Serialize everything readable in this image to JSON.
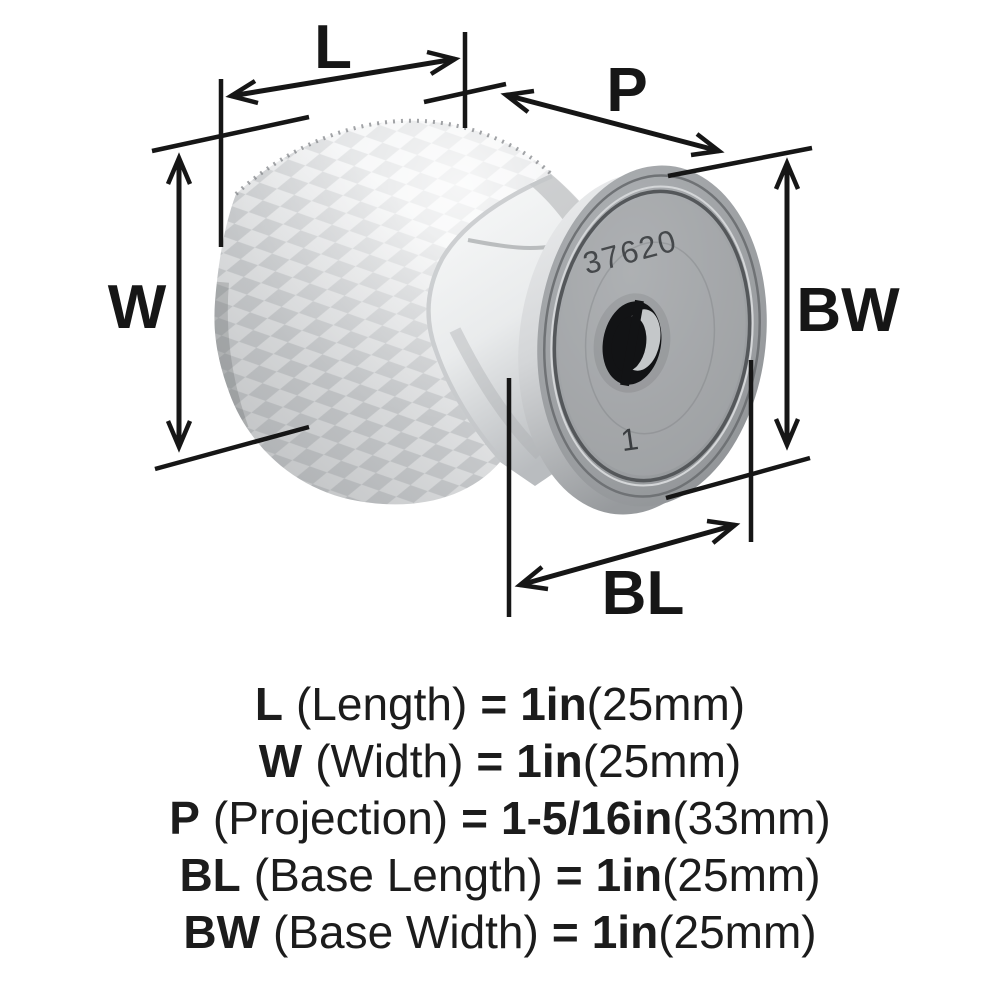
{
  "diagram": {
    "product_code": "37620",
    "face_mark": "1",
    "dim_labels": {
      "L": "L",
      "P": "P",
      "W": "W",
      "BW": "BW",
      "BL": "BL"
    }
  },
  "spec_lines": [
    {
      "code": "L",
      "name": "(Length)",
      "eq": "=",
      "value": "1in",
      "metric": "(25mm)"
    },
    {
      "code": "W",
      "name": "(Width)",
      "eq": "=",
      "value": "1in",
      "metric": "(25mm)"
    },
    {
      "code": "P",
      "name": "(Projection)",
      "eq": "=",
      "value": "1-5/16in",
      "metric": "(33mm)"
    },
    {
      "code": "BL",
      "name": "(Base Length)",
      "eq": "=",
      "value": "1in",
      "metric": "(25mm)"
    },
    {
      "code": "BW",
      "name": "(Base Width)",
      "eq": "=",
      "value": "1in",
      "metric": "(25mm)"
    }
  ],
  "colors": {
    "line": "#161616",
    "disc_face": "#9a9da0",
    "metal_light": "#f2f3f4",
    "background": "#ffffff"
  }
}
